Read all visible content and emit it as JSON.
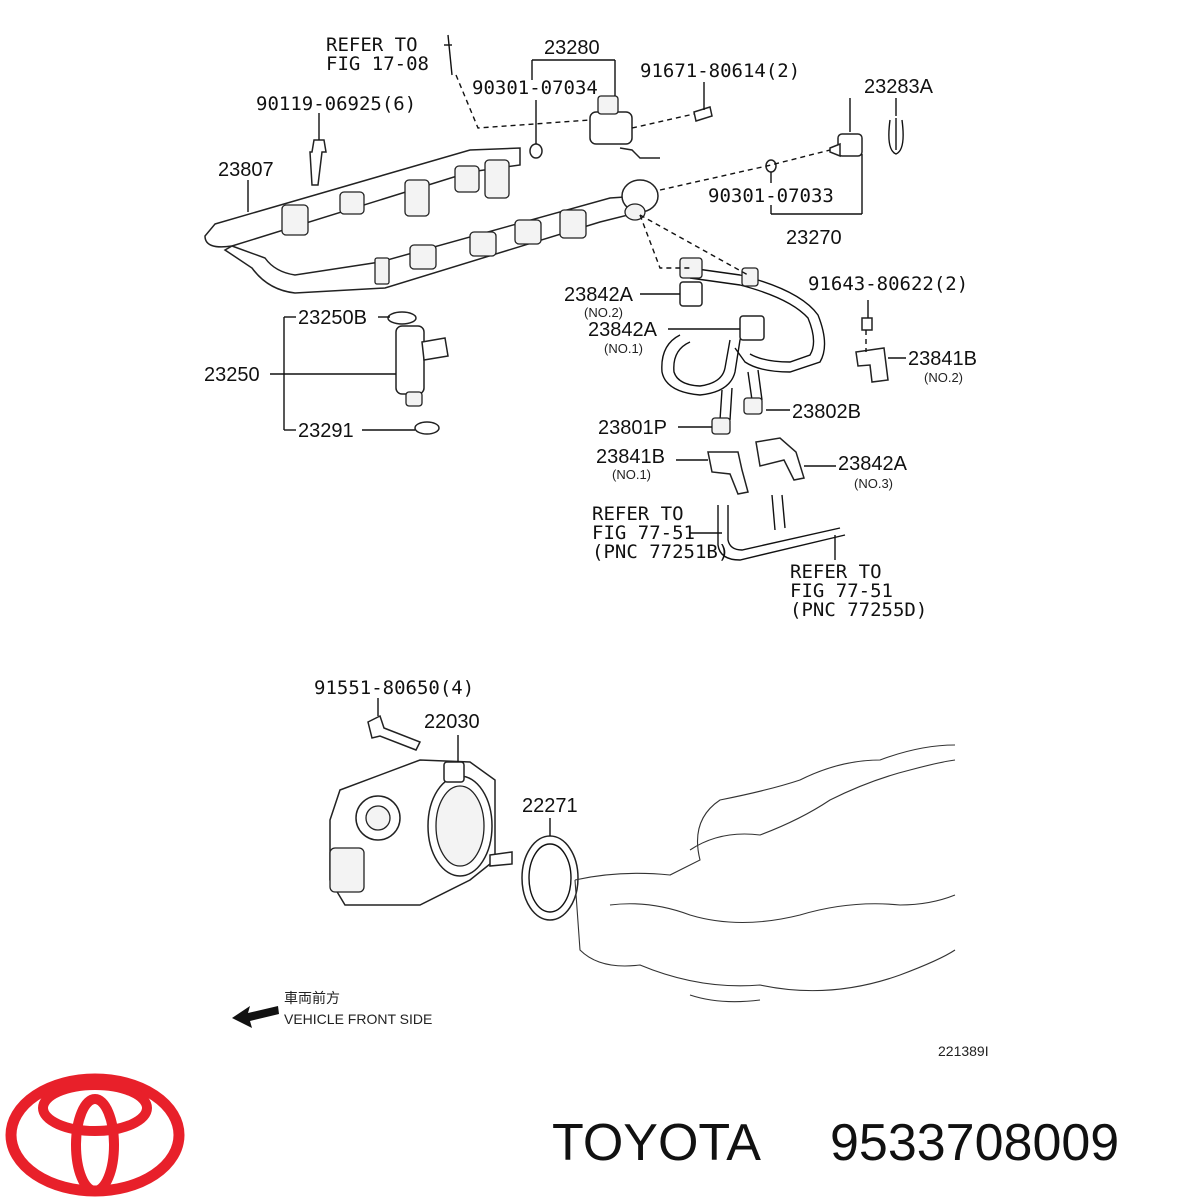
{
  "diagram": {
    "refs": {
      "ref_top_1": "REFER TO",
      "ref_top_2": "FIG 17-08",
      "ref_a_1": "REFER TO",
      "ref_a_2": "FIG 77-51",
      "ref_a_3": "(PNC 77251B)",
      "ref_b_1": "REFER TO",
      "ref_b_2": "FIG 77-51",
      "ref_b_3": "(PNC 77255D)"
    },
    "parts": {
      "p23280": "23280",
      "p90301_07034": "90301-07034",
      "p91671": "91671-80614(2)",
      "p23283A": "23283A",
      "p90119": "90119-06925(6)",
      "p23807": "23807",
      "p90301_07033": "90301-07033",
      "p23270": "23270",
      "p91643": "91643-80622(2)",
      "p23842A_1": "23842A",
      "p23842A_1_sub": "(NO.2)",
      "p23842A_2": "23842A",
      "p23842A_2_sub": "(NO.1)",
      "p23841B_1": "23841B",
      "p23841B_1_sub": "(NO.2)",
      "p23250B": "23250B",
      "p23250": "23250",
      "p23291": "23291",
      "p23801P": "23801P",
      "p23802B": "23802B",
      "p23841B_2": "23841B",
      "p23841B_2_sub": "(NO.1)",
      "p23842A_3": "23842A",
      "p23842A_3_sub": "(NO.3)",
      "p91551": "91551-80650(4)",
      "p22030": "22030",
      "p22271": "22271"
    },
    "front_jp": "車両前方",
    "front_en": "VEHICLE FRONT SIDE",
    "figure_id": "221389I"
  },
  "brand": {
    "name": "TOYOTA",
    "part_number": "9533708009",
    "logo_color": "#e8202a"
  }
}
